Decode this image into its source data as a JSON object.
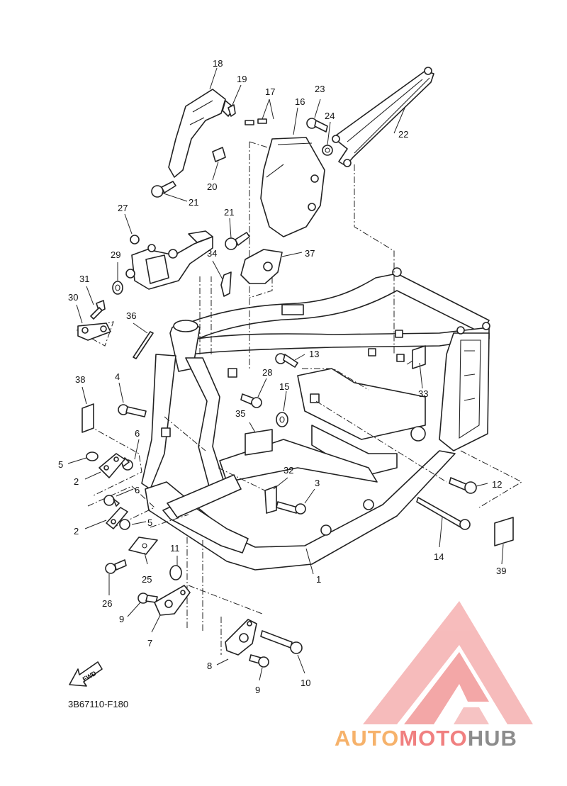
{
  "diagram": {
    "code": "3B67110-F180",
    "fwd_label": "FWD",
    "callouts": [
      "1",
      "2",
      "2",
      "3",
      "4",
      "5",
      "5",
      "6",
      "6",
      "7",
      "8",
      "9",
      "9",
      "10",
      "11",
      "12",
      "13",
      "14",
      "15",
      "16",
      "17",
      "18",
      "19",
      "20",
      "21",
      "21",
      "22",
      "23",
      "24",
      "25",
      "26",
      "27",
      "28",
      "29",
      "30",
      "31",
      "32",
      "33",
      "34",
      "35",
      "36",
      "37",
      "38",
      "39"
    ]
  },
  "watermark": {
    "part1": "AUTO",
    "part2": "MOTO",
    "part3": "HUB",
    "colors": {
      "orange": "#f6b26b",
      "red": "#f08080",
      "gray": "#8c8c8c"
    }
  }
}
